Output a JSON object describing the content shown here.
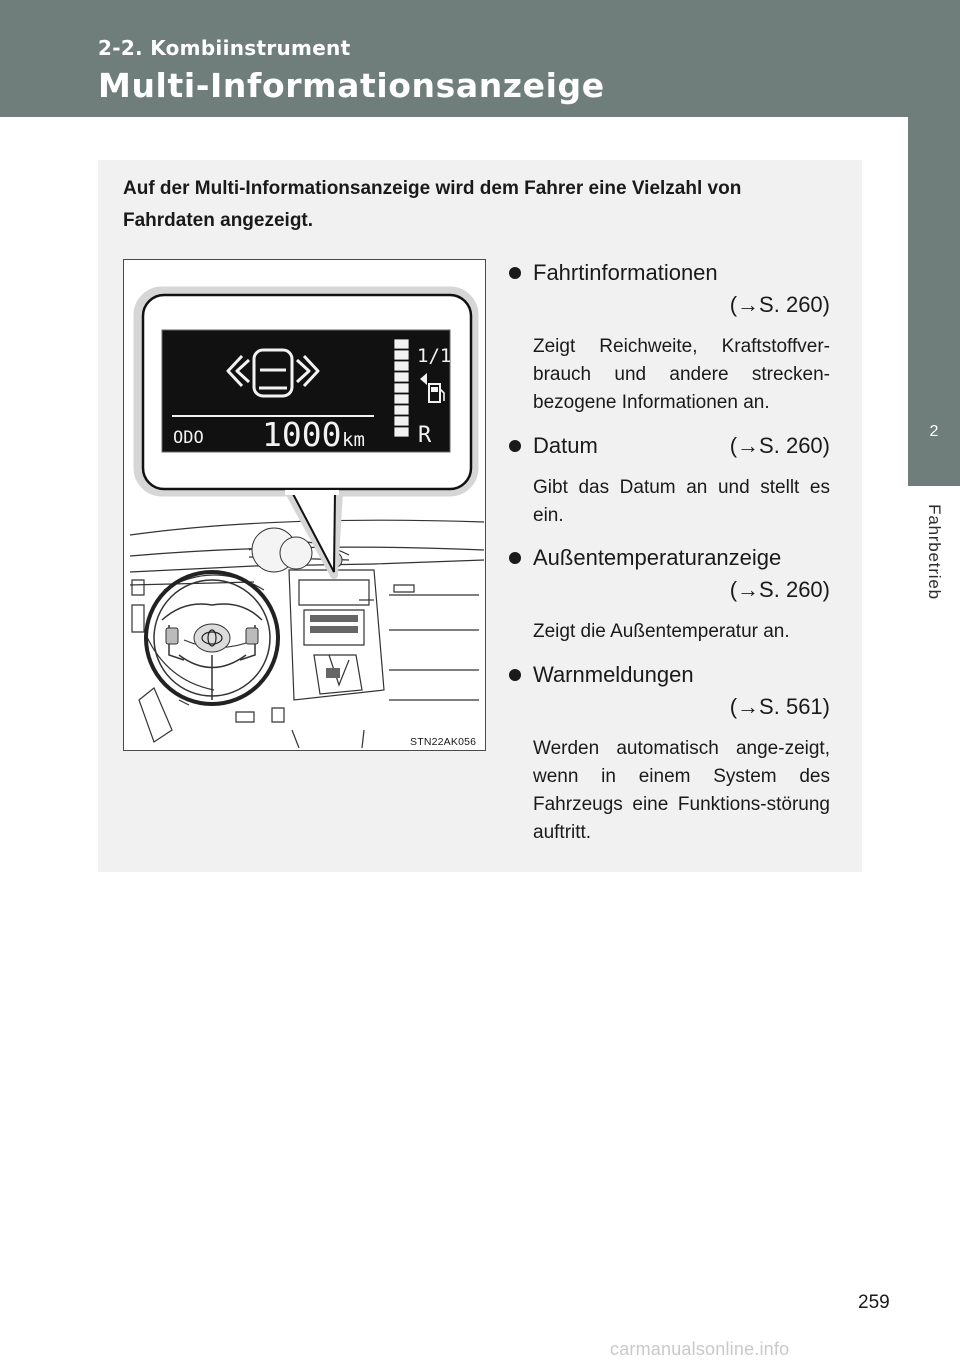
{
  "header": {
    "section": "2-2. Kombiinstrument",
    "title": "Multi-Informationsanzeige"
  },
  "side_tab": {
    "number": "2",
    "label": "Fahrbetrieb"
  },
  "intro": "Auf der Multi-Informationsanzeige wird dem Fahrer eine Vielzahl von Fahrdaten angezeigt.",
  "figure": {
    "display": {
      "odo_label": "ODO",
      "odo_value": "1000",
      "odo_unit": "km",
      "fraction": "1/1",
      "gear": "R"
    },
    "id": "STN22AK056"
  },
  "items": [
    {
      "title": "Fahrtinformationen",
      "ref": "(→S. 260)",
      "desc": "Zeigt Reichweite, Kraftstoffver-brauch und andere strecken-bezogene Informationen an."
    },
    {
      "title": "Datum",
      "ref": "(→S. 260)",
      "desc": "Gibt das Datum an und stellt es ein."
    },
    {
      "title": "Außentemperaturanzeige",
      "ref": "(→S. 260)",
      "desc": "Zeigt die Außentemperatur an."
    },
    {
      "title": "Warnmeldungen",
      "ref": "(→S. 561)",
      "desc": "Werden automatisch ange-zeigt, wenn in einem System des Fahrzeugs eine Funktions-störung auftritt."
    }
  ],
  "page_number": "259",
  "watermark": "carmanualsonline.info",
  "colors": {
    "header_bg": "#6f7e7b",
    "panel_bg": "#f0f1f0",
    "display_bg": "#111111"
  }
}
